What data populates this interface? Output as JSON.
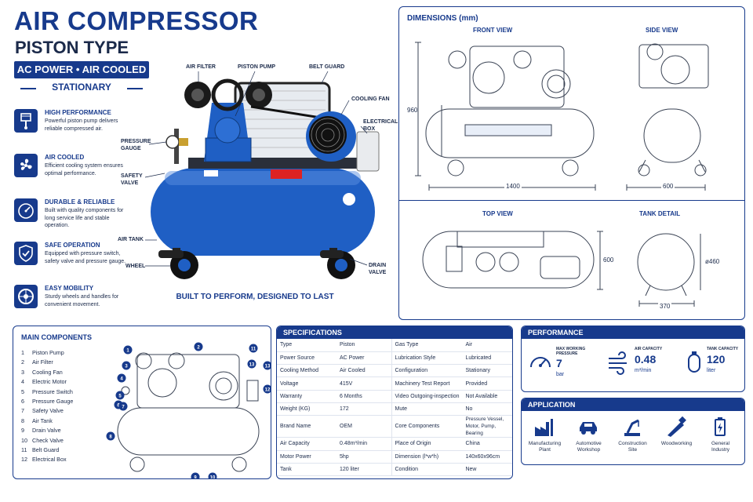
{
  "header": {
    "title": "AIR COMPRESSOR",
    "subtitle": "PISTON TYPE",
    "power_bar": "AC POWER • AIR COOLED",
    "stationary": "STATIONARY"
  },
  "features": [
    {
      "icon": "piston-icon",
      "title": "HIGH PERFORMANCE",
      "desc": "Powerful piston pump delivers reliable compressed air."
    },
    {
      "icon": "fan-icon",
      "title": "AIR COOLED",
      "desc": "Efficient cooling system ensures optimal performance."
    },
    {
      "icon": "gauge-icon",
      "title": "DURABLE & RELIABLE",
      "desc": "Built with quality components for long service life and stable operation."
    },
    {
      "icon": "shield-icon",
      "title": "SAFE OPERATION",
      "desc": "Equipped with pressure switch, safety valve and pressure gauge."
    },
    {
      "icon": "wheel-icon",
      "title": "EASY MOBILITY",
      "desc": "Sturdy wheels and handles for convenient movement."
    }
  ],
  "callouts": {
    "air_filter": "AIR FILTER",
    "piston_pump": "PISTON PUMP",
    "belt_guard": "BELT GUARD",
    "cooling_fan": "COOLING FAN",
    "electrical_box": "ELECTRICAL\nBOX",
    "pressure_gauge": "PRESSURE\nGAUGE",
    "safety_valve": "SAFETY\nVALVE",
    "air_tank": "AIR TANK",
    "wheel": "WHEEL",
    "drain_valve": "DRAIN\nVALVE"
  },
  "tagline": "BUILT TO PERFORM, DESIGNED TO LAST",
  "dimensions": {
    "title": "DIMENSIONS (mm)",
    "front_view": "FRONT VIEW",
    "side_view": "SIDE VIEW",
    "top_view": "TOP VIEW",
    "tank_detail": "TANK DETAIL",
    "front_height": "960",
    "front_length": "1400",
    "side_width": "600",
    "top_depth": "600",
    "tank_diameter": "ø460",
    "tank_width": "370"
  },
  "components": {
    "title": "MAIN COMPONENTS",
    "items": [
      {
        "n": "1",
        "label": "Piston Pump"
      },
      {
        "n": "2",
        "label": "Air Filter"
      },
      {
        "n": "3",
        "label": "Cooling Fan"
      },
      {
        "n": "4",
        "label": "Electric Motor"
      },
      {
        "n": "5",
        "label": "Pressure Switch"
      },
      {
        "n": "6",
        "label": "Pressure Gauge"
      },
      {
        "n": "7",
        "label": "Safety Valve"
      },
      {
        "n": "8",
        "label": "Air Tank"
      },
      {
        "n": "9",
        "label": "Drain Valve"
      },
      {
        "n": "10",
        "label": "Check Valve"
      },
      {
        "n": "11",
        "label": "Belt Guard"
      },
      {
        "n": "12",
        "label": "Electrical Box"
      }
    ],
    "markers": [
      "1",
      "2",
      "3",
      "4",
      "5",
      "6",
      "7",
      "8",
      "9",
      "10",
      "11",
      "12",
      "13",
      "13"
    ]
  },
  "specs": {
    "title": "SPECIFICATIONS",
    "rows": [
      [
        "Type",
        "Piston",
        "Gas Type",
        "Air"
      ],
      [
        "Power Source",
        "AC Power",
        "Lubrication Style",
        "Lubricated"
      ],
      [
        "Cooling Method",
        "Air Cooled",
        "Configuration",
        "Stationary"
      ],
      [
        "Voltage",
        "415V",
        "Machinery Test Report",
        "Provided"
      ],
      [
        "Warranty",
        "6 Months",
        "Video Outgoing-inspection",
        "Not Available"
      ],
      [
        "Weight (KG)",
        "172",
        "Mute",
        "No"
      ],
      [
        "Brand Name",
        "OEM",
        "Core Components",
        "Pressure Vessel, Motor, Pump, Bearing"
      ],
      [
        "Air Capacity",
        "0.48m³/min",
        "Place of Origin",
        "China"
      ],
      [
        "Motor Power",
        "5hp",
        "Dimension (l*w*h)",
        "140x60x96cm"
      ],
      [
        "Tank",
        "120 liter",
        "Condition",
        "New"
      ]
    ]
  },
  "performance": {
    "title": "PERFORMANCE",
    "items": [
      {
        "icon": "speedometer-icon",
        "label": "MAX WORKING\nPRESSURE",
        "value": "7",
        "unit": "bar"
      },
      {
        "icon": "airflow-icon",
        "label": "AIR CAPACITY",
        "value": "0.48",
        "unit": "m³/min"
      },
      {
        "icon": "tank-icon",
        "label": "TANK CAPACITY",
        "value": "120",
        "unit": "liter"
      }
    ]
  },
  "application": {
    "title": "APPLICATION",
    "items": [
      {
        "icon": "factory-icon",
        "label": "Manufacturing\nPlant"
      },
      {
        "icon": "car-icon",
        "label": "Automotive\nWorkshop"
      },
      {
        "icon": "crane-icon",
        "label": "Construction\nSite"
      },
      {
        "icon": "saw-icon",
        "label": "Woodworking"
      },
      {
        "icon": "battery-icon",
        "label": "General\nIndustry"
      }
    ]
  },
  "colors": {
    "navy": "#173a8c",
    "blue": "#2160c4",
    "text": "#1b2a4a"
  }
}
